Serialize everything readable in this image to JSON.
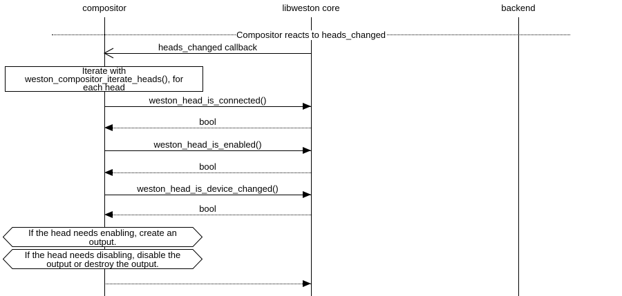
{
  "diagram": {
    "title": "Compositor reacts to heads_changed",
    "participants": [
      {
        "label": "compositor"
      },
      {
        "label": "libweston core"
      },
      {
        "label": "backend"
      }
    ],
    "divider": {
      "label": "Compositor reacts to heads_changed"
    },
    "note": {
      "lines": [
        "Iterate with",
        "weston_compositor_iterate_heads(), for",
        "each head"
      ]
    },
    "messages": [
      {
        "label": "heads_changed callback",
        "from": "libweston core",
        "to": "compositor",
        "line_style": "solid",
        "arrowhead": "open"
      },
      {
        "label": "weston_head_is_connected()",
        "from": "compositor",
        "to": "libweston core",
        "line_style": "solid",
        "arrowhead": "filled"
      },
      {
        "label": "bool",
        "from": "libweston core",
        "to": "compositor",
        "line_style": "dotted",
        "arrowhead": "filled"
      },
      {
        "label": "weston_head_is_enabled()",
        "from": "compositor",
        "to": "libweston core",
        "line_style": "solid",
        "arrowhead": "filled"
      },
      {
        "label": "bool",
        "from": "libweston core",
        "to": "compositor",
        "line_style": "dotted",
        "arrowhead": "filled"
      },
      {
        "label": "weston_head_is_device_changed()",
        "from": "compositor",
        "to": "libweston core",
        "line_style": "solid",
        "arrowhead": "filled"
      },
      {
        "label": "bool",
        "from": "libweston core",
        "to": "compositor",
        "line_style": "dotted",
        "arrowhead": "filled"
      },
      {
        "label": "",
        "from": "compositor",
        "to": "libweston core",
        "line_style": "dotted",
        "arrowhead": "filled"
      }
    ],
    "conditions": [
      {
        "lines": [
          "If the head needs enabling,  create an",
          "output."
        ]
      },
      {
        "lines": [
          "If the head needs disabling, disable the",
          "output or destroy the output."
        ]
      }
    ],
    "colors": {
      "line": "#000000",
      "text": "#000000",
      "background": "#ffffff"
    }
  }
}
